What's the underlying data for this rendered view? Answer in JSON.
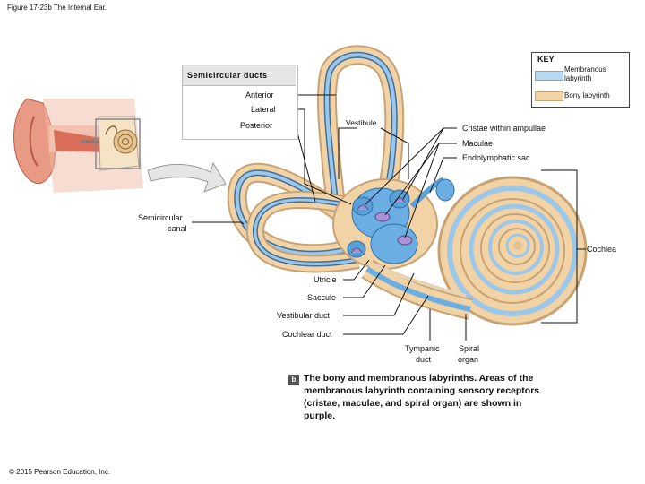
{
  "figure_title": "Figure 17-23b The Internal Ear.",
  "copyright": "© 2015 Pearson Education, Inc.",
  "key": {
    "title": "KEY",
    "items": [
      {
        "label": "Membranous labyrinth",
        "color": "#b7d8ef"
      },
      {
        "label": "Bony labyrinth",
        "color": "#f2d3a6"
      }
    ]
  },
  "semicircular_ducts": {
    "header": "Semicircular ducts",
    "anterior": "Anterior",
    "lateral": "Lateral",
    "posterior": "Posterior"
  },
  "labels": {
    "vestibule": "Vestibule",
    "cristae": "Cristae within ampullae",
    "maculae": "Maculae",
    "endolymphatic_sac": "Endolymphatic sac",
    "semicircular_canal_1": "Semicircular",
    "semicircular_canal_2": "canal",
    "cochlea": "Cochlea",
    "utricle": "Utricle",
    "saccule": "Saccule",
    "vestibular_duct": "Vestibular duct",
    "cochlear_duct": "Cochlear duct",
    "tympanic_1": "Tympanic",
    "tympanic_2": "duct",
    "spiral_1": "Spiral",
    "spiral_2": "organ"
  },
  "caption": {
    "badge": "b",
    "text": "The bony and membranous labyrinths. Areas of the membranous labyrinth containing sensory receptors (cristae, maculae, and spiral organ) are shown in purple."
  }
}
